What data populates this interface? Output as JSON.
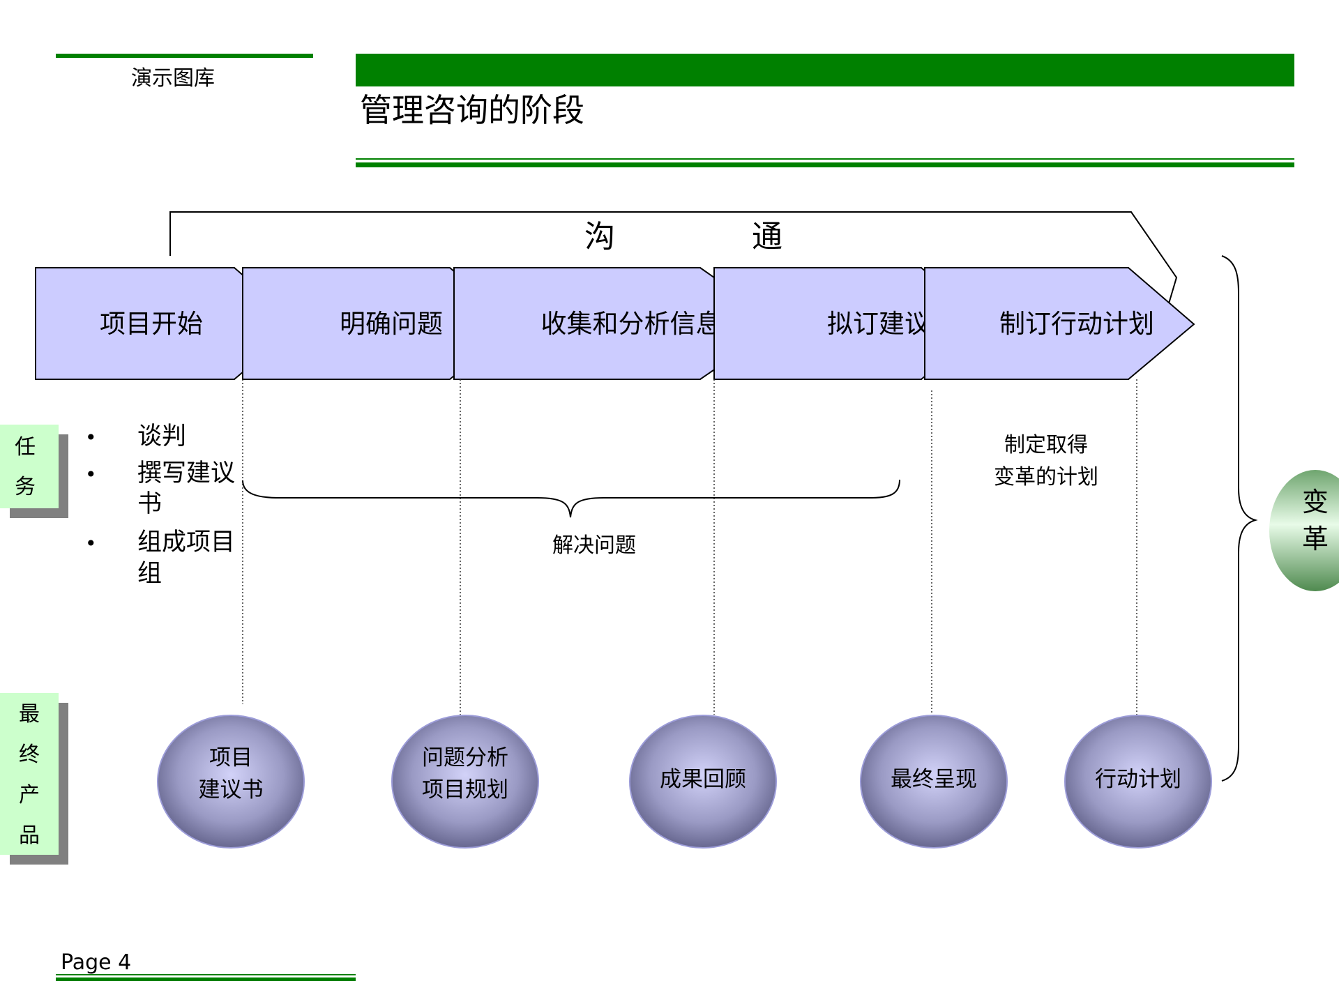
{
  "header": {
    "gallery_label": "演示图库",
    "title": "管理咨询的阶段"
  },
  "communication": {
    "char1": "沟",
    "char2": "通"
  },
  "phases": [
    "项目开始",
    "明确问题",
    "收集和分析信息",
    "拟订建议",
    "制订行动计划"
  ],
  "side_labels": {
    "tasks": [
      "任",
      "务"
    ],
    "products": [
      "最",
      "终",
      "产",
      "品"
    ],
    "change": [
      "变",
      "革"
    ]
  },
  "tasks": {
    "bullet_lines": [
      {
        "bullet": "•",
        "text": "谈判"
      },
      {
        "bullet": "•",
        "text": "撰写建议"
      },
      {
        "bullet": "",
        "text": "书"
      },
      {
        "bullet": "•",
        "text": "组成项目"
      },
      {
        "bullet": "",
        "text": "组"
      }
    ],
    "solve_label": "解决问题",
    "plan_lines": [
      "制定取得",
      "变革的计划"
    ]
  },
  "products": [
    [
      "项目",
      "建议书"
    ],
    [
      "问题分析",
      "项目规划"
    ],
    [
      "成果回顾"
    ],
    [
      "最终呈现"
    ],
    [
      "行动计划"
    ]
  ],
  "footer": {
    "page_label": "Page 4"
  },
  "colors": {
    "brand_green": "#008000",
    "chevron_fill": "#ccccff",
    "side_label_fill": "#ccffcc",
    "oval_center": "#c8c8f0",
    "oval_edge": "#5a5a82"
  }
}
